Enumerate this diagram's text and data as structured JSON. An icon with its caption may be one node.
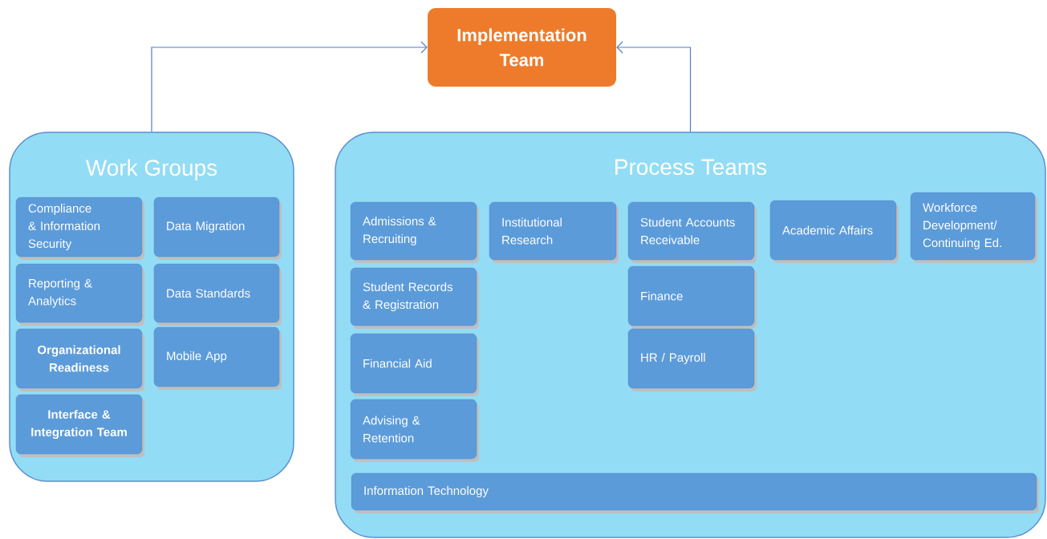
{
  "diagram": {
    "nodes": [
      {
        "text": [
          "Implementation Team"
        ]
      },
      {
        "text": [
          "Work Groups"
        ]
      },
      {
        "text": [
          "Process Teams"
        ]
      },
      {
        "text": [
          "Compliance & Information Security"
        ],
        "in": 1
      },
      {
        "text": [
          "Data Migration"
        ],
        "in": 1
      },
      {
        "text": [
          "Reporting & Analytics"
        ],
        "in": 1
      },
      {
        "text": [
          "Data Standards"
        ],
        "in": 1
      },
      {
        "text": [
          "Organizational Readiness"
        ],
        "in": 1
      },
      {
        "text": [
          "Mobile App"
        ],
        "in": 1
      },
      {
        "text": [
          "Interface & Integration Team"
        ],
        "in": 1
      },
      {
        "text": [
          "Admissions & Recruiting"
        ],
        "in": 2
      },
      {
        "text": [
          "Institutional Research"
        ],
        "in": 2
      },
      {
        "text": [
          "Student Accounts Receivable"
        ],
        "in": 2
      },
      {
        "text": [
          "Academic Affairs"
        ],
        "in": 2
      },
      {
        "text": [
          "Workforce Development/ Continuing Ed."
        ],
        "in": 2
      },
      {
        "text": [
          "Student Records & Registration"
        ],
        "in": 2
      },
      {
        "text": [
          "Finance"
        ],
        "in": 2
      },
      {
        "text": [
          "Financial Aid"
        ],
        "in": 2
      },
      {
        "text": [
          "HR / Payroll"
        ],
        "in": 2
      },
      {
        "text": [
          "Advising & Retention"
        ],
        "in": 2
      },
      {
        "text": [
          "Information Technology"
        ],
        "in": 2
      }
    ],
    "edges": [
      {
        "from": 1,
        "to": 0,
        "arrow": "to"
      },
      {
        "from": 2,
        "to": 0,
        "arrow": "to"
      }
    ]
  }
}
